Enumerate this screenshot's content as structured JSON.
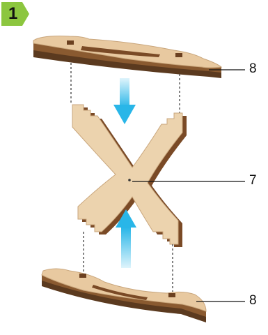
{
  "step": {
    "number": "1",
    "badge_color": "#8cc63f"
  },
  "arrow_color": "#29b6e8",
  "wood": {
    "face": "#e8c9a0",
    "edge": "#7a4a26",
    "dark": "#3a2414",
    "cross_face": "#ecd3ae"
  },
  "parts": [
    {
      "id": "top-rail",
      "label": "8"
    },
    {
      "id": "cross-brace",
      "label": "7"
    },
    {
      "id": "bottom-rail",
      "label": "8"
    }
  ]
}
